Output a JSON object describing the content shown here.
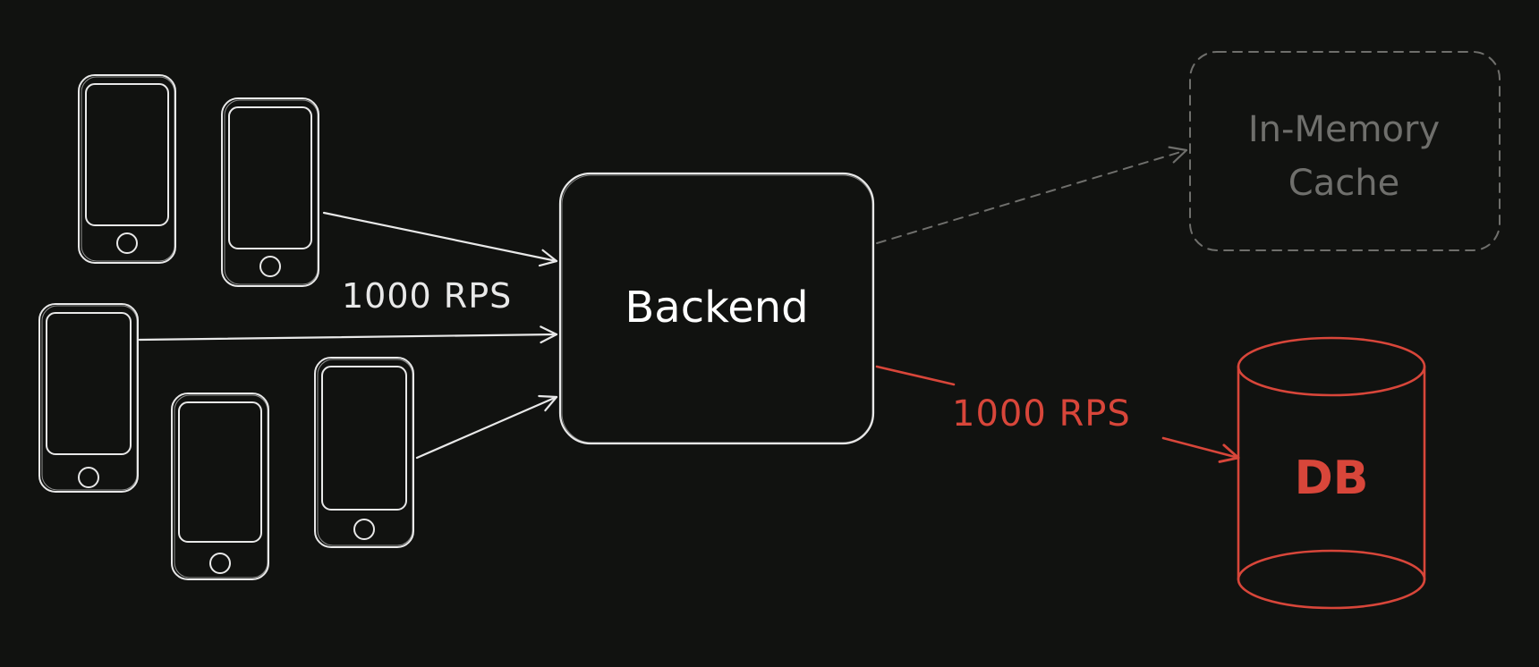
{
  "diagram": {
    "title_hidden": "",
    "backend": {
      "label": "Backend"
    },
    "cache": {
      "label_line1": "In-Memory",
      "label_line2": "Cache"
    },
    "db": {
      "label": "DB"
    },
    "edges": {
      "clients_to_backend": {
        "label": "1000 RPS"
      },
      "backend_to_db": {
        "label": "1000 RPS"
      }
    },
    "clients": [
      {
        "icon": "phone-icon"
      },
      {
        "icon": "phone-icon"
      },
      {
        "icon": "phone-icon"
      },
      {
        "icon": "phone-icon"
      },
      {
        "icon": "phone-icon"
      }
    ]
  },
  "colors": {
    "background": "#111210",
    "ink": "#e8e8e8",
    "muted": "#6f6f6c",
    "accent": "#d8463a"
  }
}
